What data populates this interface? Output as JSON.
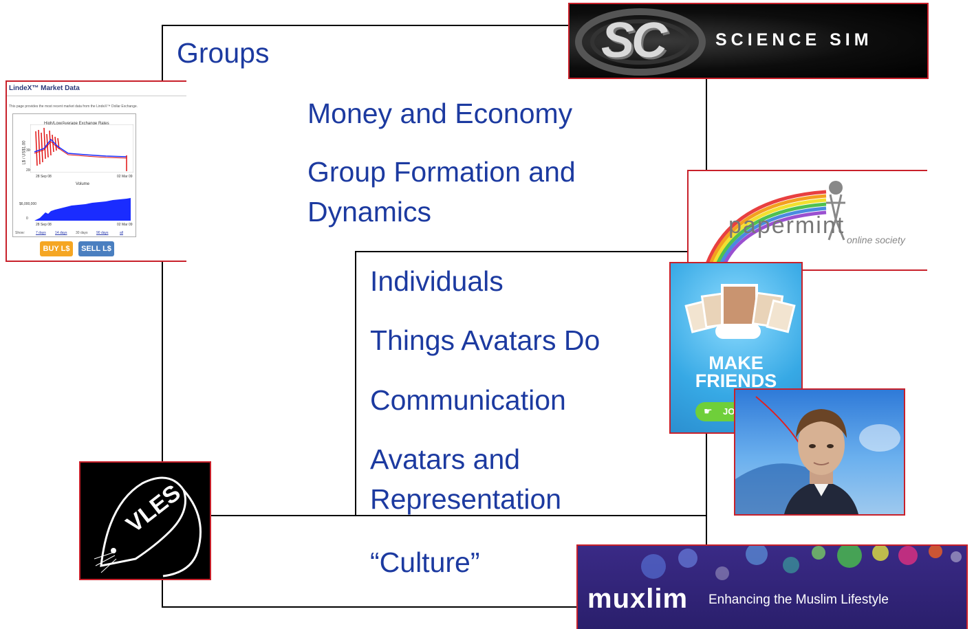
{
  "slide": {
    "heading": "Groups",
    "outer_items": [
      "Money and Economy",
      "Group Formation and",
      "Dynamics"
    ],
    "inner_items": [
      "Individuals",
      "Things Avatars Do",
      "Communication",
      "Avatars and",
      "Representation"
    ],
    "bottom_item": "“Culture”"
  },
  "images": {
    "sciencesim": {
      "mark": "SC",
      "name": "SCIENCE SIM"
    },
    "lindex": {
      "title": "LindeX™ Market Data",
      "intro": "This page provides the most recent market data from the LindeX™ Dollar Exchange.",
      "chart1_title": "High/Low/Average Exchange Rates",
      "chart1_ylabel": "L$ / US$1.00",
      "chart1_y_top": "300",
      "chart1_y_bottom": "200",
      "chart1_x_start": "28 Sep 08",
      "chart1_x_end": "02 Mar 09",
      "chart2_title": "Volume",
      "chart2_y": "$6,000,000",
      "chart2_y0": "0",
      "chart2_x_start": "28 Sep 08",
      "chart2_x_end": "02 Mar 09",
      "show_label": "Show:",
      "ranges": [
        "7 days",
        "14 days",
        "30 days",
        "90 days",
        "all"
      ],
      "buy_button": "BUY L$",
      "sell_button": "SELL L$"
    },
    "papermint": {
      "word": "papermint",
      "tagline": "online society"
    },
    "makefriends": {
      "line1": "MAKE",
      "line2": "FRIENDS",
      "join": "JOI"
    },
    "muxlim": {
      "brand": "muxlim",
      "tagline": "Enhancing the Muslim Lifestyle"
    },
    "vles": {
      "text": "VLES"
    }
  },
  "colors": {
    "text_blue": "#1c3aa0",
    "image_border": "#c8202a",
    "frame": "#000000"
  }
}
